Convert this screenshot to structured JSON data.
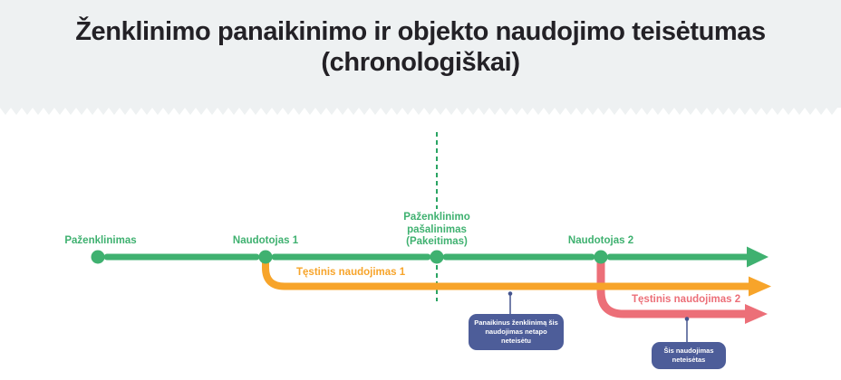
{
  "header": {
    "title": "Ženklinimo panaikinimo ir objekto naudojimo teisėtumas (chronologiškai)"
  },
  "timeline": {
    "events": [
      {
        "label": "Paženklinimas"
      },
      {
        "label": "Naudotojas 1"
      },
      {
        "lines": [
          "Paženklinimo",
          "pašalinimas",
          "(Pakeitimas)"
        ]
      },
      {
        "label": "Naudotojas 2"
      }
    ],
    "branches": [
      {
        "label": "Tęstinis naudojimas 1"
      },
      {
        "label": "Tęstinis naudojimas 2"
      }
    ],
    "callouts": [
      {
        "text": "Panaikinus ženklinimą šis naudojimas netapo neteisėtu"
      },
      {
        "text": "Šis naudojimas neteisėtas"
      }
    ]
  },
  "colors": {
    "header_bg": "#eef1f2",
    "title_text": "#232126",
    "green": "#3fb170",
    "green_dashed": "#2aa463",
    "orange": "#f7a42a",
    "red": "#ec6f78",
    "callout_bg": "#4d5d99",
    "connector": "#44548e"
  }
}
